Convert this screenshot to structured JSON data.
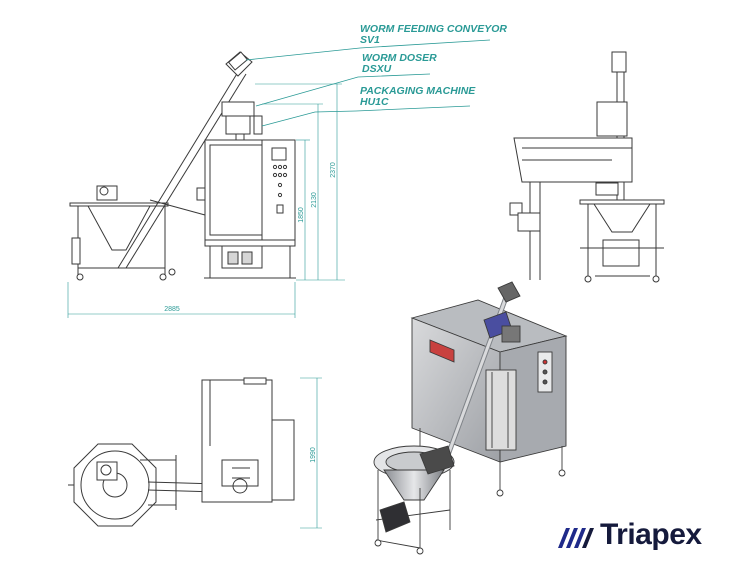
{
  "callouts": [
    {
      "name": "WORM FEEDING CONVEYOR",
      "code": "SV1"
    },
    {
      "name": "WORM DOSER",
      "code": "DSXU"
    },
    {
      "name": "PACKAGING MACHINE",
      "code": "HU1C"
    }
  ],
  "dimensions": {
    "height_machine": "1850",
    "height_doser": "2130",
    "height_total": "2370",
    "width_total": "2885",
    "depth_total": "1990"
  },
  "brand": {
    "name": "Triapex",
    "color": "#151a3c"
  },
  "colors": {
    "accent": "#2a9a96",
    "line": "#3a3a3a"
  }
}
